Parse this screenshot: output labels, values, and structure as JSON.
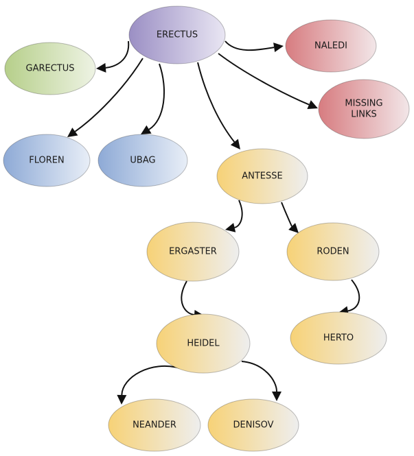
{
  "diagram": {
    "nodes": [
      {
        "id": "erectus",
        "lines": [
          "ERECTUS"
        ],
        "color": "purple"
      },
      {
        "id": "garectus",
        "lines": [
          "GARECTUS"
        ],
        "color": "green"
      },
      {
        "id": "naledi",
        "lines": [
          "NALEDI"
        ],
        "color": "red"
      },
      {
        "id": "missing-links",
        "lines": [
          "MISSING",
          "LINKS"
        ],
        "color": "red"
      },
      {
        "id": "floren",
        "lines": [
          "FLOREN"
        ],
        "color": "blue"
      },
      {
        "id": "ubag",
        "lines": [
          "UBAG"
        ],
        "color": "blue"
      },
      {
        "id": "antesse",
        "lines": [
          "ANTESSE"
        ],
        "color": "yellow"
      },
      {
        "id": "ergaster",
        "lines": [
          "ERGASTER"
        ],
        "color": "yellow"
      },
      {
        "id": "roden",
        "lines": [
          "RODEN"
        ],
        "color": "yellow"
      },
      {
        "id": "heidel",
        "lines": [
          "HEIDEL"
        ],
        "color": "yellow"
      },
      {
        "id": "herto",
        "lines": [
          "HERTO"
        ],
        "color": "yellow"
      },
      {
        "id": "neander",
        "lines": [
          "NEANDER"
        ],
        "color": "yellow"
      },
      {
        "id": "denisov",
        "lines": [
          "DENISOV"
        ],
        "color": "yellow"
      }
    ],
    "edges": [
      {
        "from": "erectus",
        "to": "garectus"
      },
      {
        "from": "erectus",
        "to": "naledi"
      },
      {
        "from": "erectus",
        "to": "missing-links"
      },
      {
        "from": "erectus",
        "to": "floren"
      },
      {
        "from": "erectus",
        "to": "ubag"
      },
      {
        "from": "erectus",
        "to": "antesse"
      },
      {
        "from": "antesse",
        "to": "ergaster"
      },
      {
        "from": "antesse",
        "to": "roden"
      },
      {
        "from": "ergaster",
        "to": "heidel"
      },
      {
        "from": "roden",
        "to": "herto"
      },
      {
        "from": "heidel",
        "to": "neander"
      },
      {
        "from": "heidel",
        "to": "denisov"
      }
    ],
    "palette": {
      "purple": [
        "#9b8fc4",
        "#e9e6f3"
      ],
      "green": [
        "#b6cf8a",
        "#eef3e4"
      ],
      "red": [
        "#d77c80",
        "#f2e6e8"
      ],
      "blue": [
        "#8eaad6",
        "#e8eef7"
      ],
      "yellow": [
        "#f7d277",
        "#eeeeee"
      ],
      "edge": "#111111"
    }
  }
}
